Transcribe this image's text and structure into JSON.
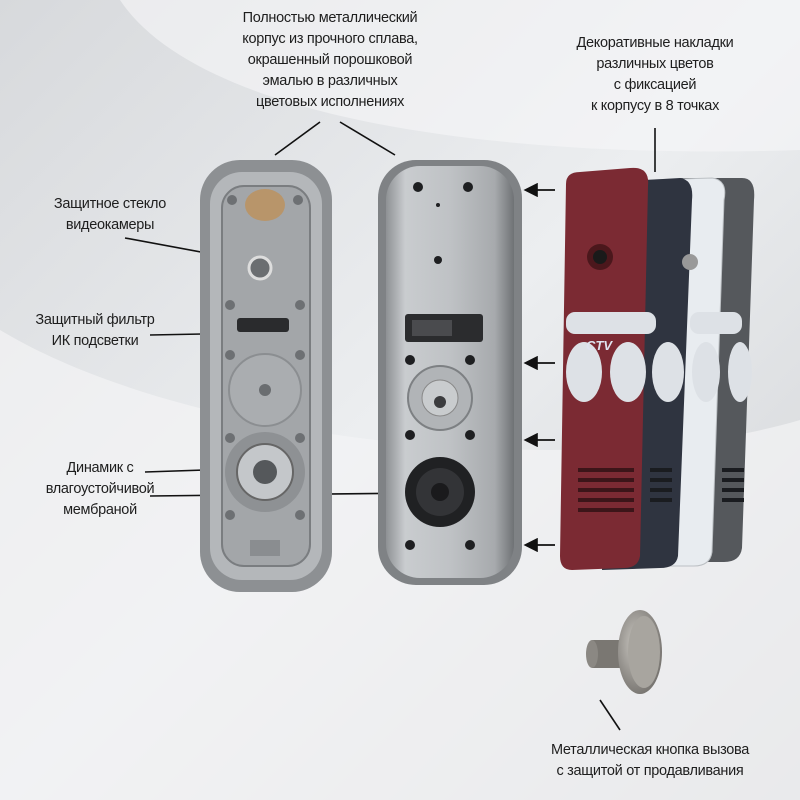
{
  "captions": {
    "housing": [
      "Полностью металлический",
      "корпус из прочного сплава,",
      "окрашенный порошковой",
      "эмалью в различных",
      "цветовых исполнениях"
    ],
    "covers": [
      "Декоративные накладки",
      "различных цветов",
      "с фиксацией",
      "к корпусу в 8 точках"
    ],
    "camera_glass": [
      "Защитное стекло",
      "видеокамеры"
    ],
    "ir_filter": [
      "Защитный фильтр",
      "ИК подсветки"
    ],
    "speaker": [
      "Динамик с",
      "влагоустойчивой",
      "мембраной"
    ],
    "button": [
      "Металлическая кнопка вызова",
      "с защитой от продавливания"
    ]
  },
  "cover_logo": "CTV",
  "colors": {
    "cover_red": "#7b2a33",
    "cover_navy": "#2f3440",
    "cover_white": "#e8ecf0",
    "cover_gray": "#55585c",
    "housing_silver": "#b9bcbf"
  }
}
